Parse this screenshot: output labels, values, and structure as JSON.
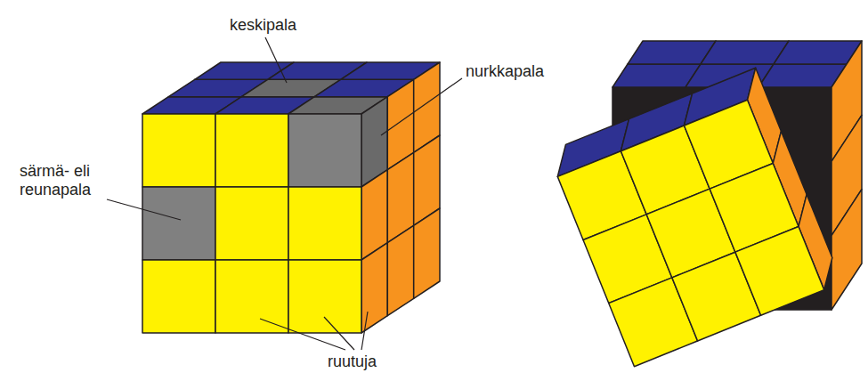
{
  "diagram": {
    "labels": [
      "keskipala",
      "nurkkapala",
      "särmä- eli reunapala",
      "ruutuja"
    ]
  }
}
